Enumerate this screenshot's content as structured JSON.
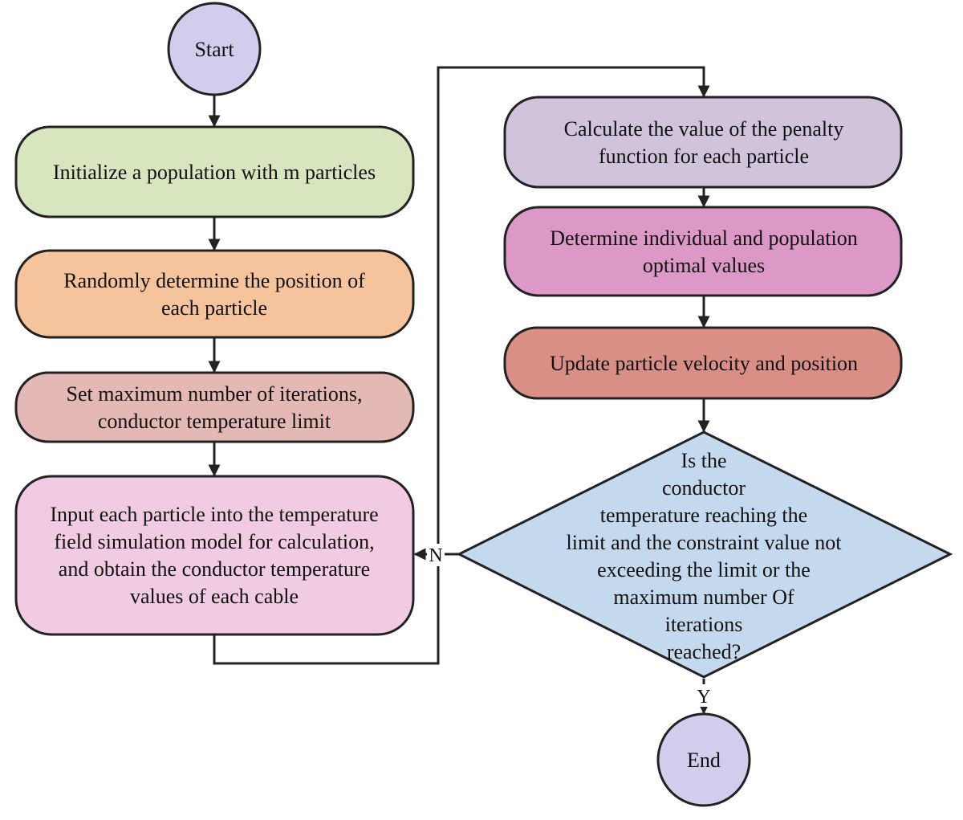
{
  "colors": {
    "start_end": "#d2cdec",
    "initialize": "#d8e6bf",
    "randomly": "#f6c49c",
    "set_max": "#e4b8b4",
    "input": "#f0cbe1",
    "penalty": "#d0c4dd",
    "determine": "#dc98c6",
    "update": "#d98f86",
    "decision": "#c5d9ee",
    "stroke": "#222222"
  },
  "nodes": {
    "start": {
      "lines": [
        "Start"
      ]
    },
    "initialize": {
      "lines": [
        "Initialize a population with m particles"
      ]
    },
    "randomly": {
      "lines": [
        "Randomly determine the position of",
        "each particle"
      ]
    },
    "set_max": {
      "lines": [
        "Set maximum number of iterations,",
        "conductor temperature limit"
      ]
    },
    "input": {
      "lines": [
        "Input each particle into the temperature",
        "field simulation model for calculation,",
        "and obtain the conductor temperature",
        "values of each cable"
      ]
    },
    "penalty": {
      "lines": [
        "Calculate the value of the penalty",
        "function for each particle"
      ]
    },
    "determine": {
      "lines": [
        "Determine individual and population",
        "optimal values"
      ]
    },
    "update": {
      "lines": [
        "Update particle velocity and position"
      ]
    },
    "decision": {
      "lines": [
        "Is the",
        "conductor",
        "temperature reaching the",
        "limit and the constraint value not",
        "exceeding the limit or the",
        "maximum number Of",
        "iterations",
        "reached?"
      ]
    },
    "end": {
      "lines": [
        "End"
      ]
    }
  },
  "labels": {
    "no": "N",
    "yes": "Y"
  }
}
